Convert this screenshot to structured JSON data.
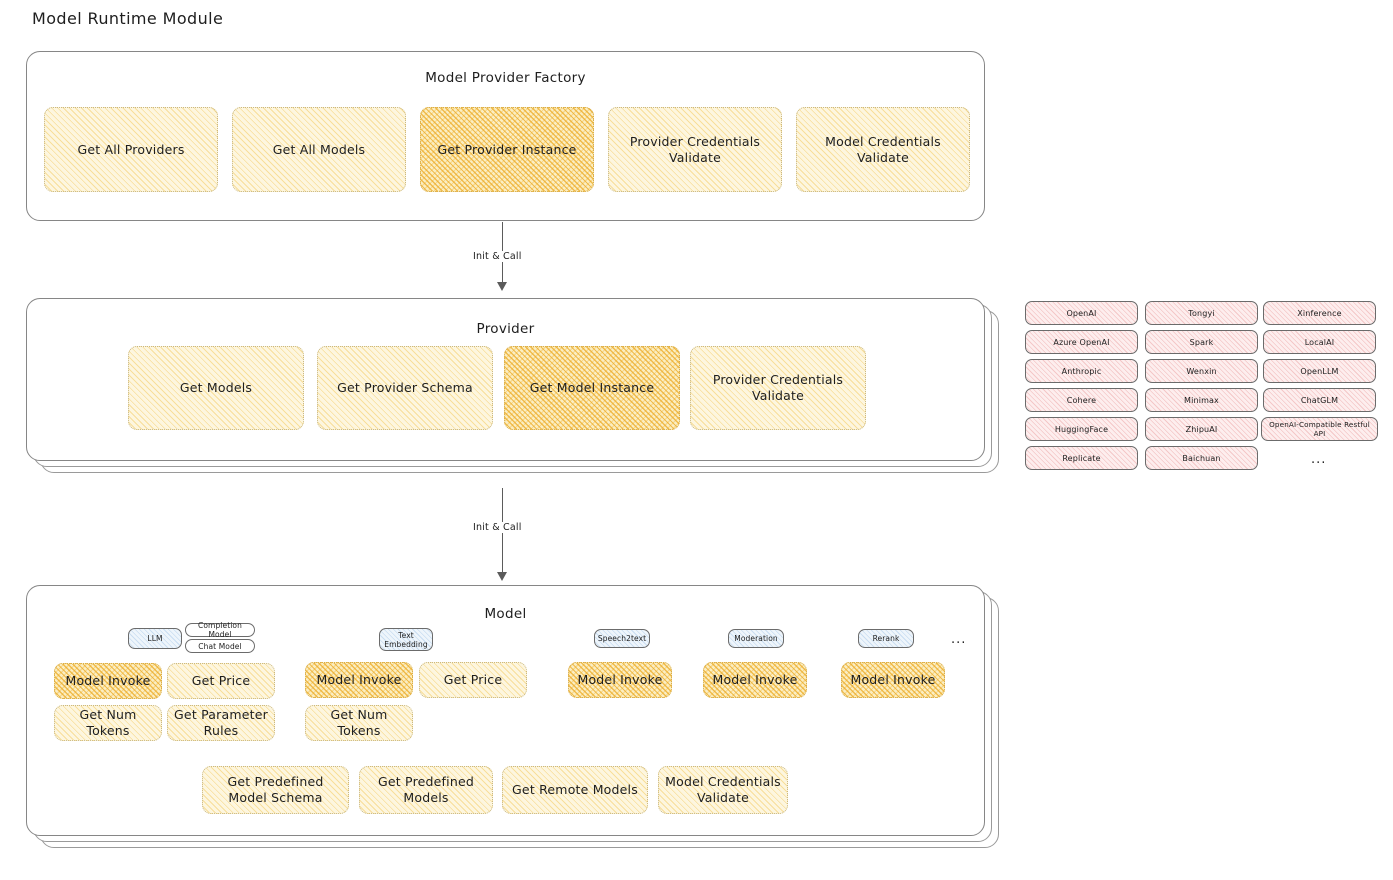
{
  "title": "Model Runtime Module",
  "factory": {
    "title": "Model Provider Factory",
    "nodes": [
      {
        "label": "Get All Providers",
        "emphasis": "light"
      },
      {
        "label": "Get All Models",
        "emphasis": "light"
      },
      {
        "label": "Get Provider Instance",
        "emphasis": "strong"
      },
      {
        "label": "Provider Credentials Validate",
        "emphasis": "light"
      },
      {
        "label": "Model Credentials Validate",
        "emphasis": "light"
      }
    ]
  },
  "arrows": [
    {
      "label": "Init & Call"
    },
    {
      "label": "Init & Call"
    }
  ],
  "provider": {
    "title": "Provider",
    "nodes": [
      {
        "label": "Get Models",
        "emphasis": "light"
      },
      {
        "label": "Get Provider Schema",
        "emphasis": "light"
      },
      {
        "label": "Get Model Instance",
        "emphasis": "strong"
      },
      {
        "label": "Provider Credentials Validate",
        "emphasis": "light"
      }
    ]
  },
  "provider_list": {
    "columns": [
      {
        "items": [
          "OpenAI",
          "Azure OpenAI",
          "Anthropic",
          "Cohere",
          "HuggingFace",
          "Replicate"
        ]
      },
      {
        "items": [
          "Tongyi",
          "Spark",
          "Wenxin",
          "Minimax",
          "ZhipuAI",
          "Baichuan"
        ]
      },
      {
        "items": [
          "Xinference",
          "LocalAI",
          "OpenLLM",
          "ChatGLM",
          "OpenAI-Compatible Restful API"
        ]
      }
    ],
    "more": "..."
  },
  "model": {
    "title": "Model",
    "types": [
      {
        "badge": "LLM",
        "sub_badges": [
          "Completion Model",
          "Chat Model"
        ],
        "nodes": [
          {
            "label": "Model Invoke",
            "emphasis": "strong"
          },
          {
            "label": "Get Price",
            "emphasis": "light"
          },
          {
            "label": "Get Num Tokens",
            "emphasis": "light"
          },
          {
            "label": "Get Parameter Rules",
            "emphasis": "light"
          }
        ]
      },
      {
        "badge": "Text Embedding",
        "sub_badges": [],
        "nodes": [
          {
            "label": "Model Invoke",
            "emphasis": "strong"
          },
          {
            "label": "Get Price",
            "emphasis": "light"
          },
          {
            "label": "Get Num Tokens",
            "emphasis": "light"
          }
        ]
      },
      {
        "badge": "Speech2text",
        "sub_badges": [],
        "nodes": [
          {
            "label": "Model Invoke",
            "emphasis": "strong"
          }
        ]
      },
      {
        "badge": "Moderation",
        "sub_badges": [],
        "nodes": [
          {
            "label": "Model Invoke",
            "emphasis": "strong"
          }
        ]
      },
      {
        "badge": "Rerank",
        "sub_badges": [],
        "nodes": [
          {
            "label": "Model Invoke",
            "emphasis": "strong"
          }
        ]
      }
    ],
    "more": "...",
    "common_nodes": [
      {
        "label": "Get Predefined Model Schema",
        "emphasis": "light"
      },
      {
        "label": "Get Predefined Models",
        "emphasis": "light"
      },
      {
        "label": "Get Remote Models",
        "emphasis": "light"
      },
      {
        "label": "Model Credentials Validate",
        "emphasis": "light"
      }
    ]
  },
  "colors": {
    "node_light_fill": "#fdf6df",
    "node_strong_fill": "#fbeec2",
    "node_hatch": "#ecA81f",
    "pill_fill": "#fdeeee",
    "pill_hatch": "#e06d6d",
    "badge_fill": "#eef5fb",
    "badge_hatch": "#69a0d7",
    "container_stroke": "#868686",
    "text": "#1e1e1e",
    "background": "#ffffff"
  }
}
